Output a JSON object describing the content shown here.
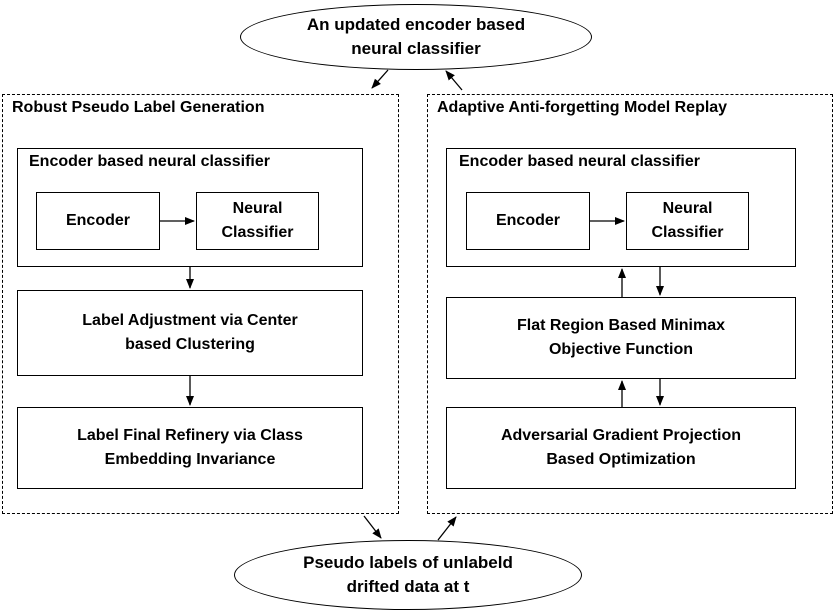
{
  "top_node": {
    "label": "An updated encoder based\nneural classifier"
  },
  "bottom_node": {
    "label": "Pseudo labels of unlabeld\ndrifted data at t"
  },
  "left_panel": {
    "title": "Robust Pseudo Label Generation",
    "classifier_box": {
      "title": "Encoder based neural classifier",
      "encoder": "Encoder",
      "neural_classifier": "Neural\nClassifier"
    },
    "step1": "Label Adjustment via Center\nbased Clustering",
    "step2": "Label Final Refinery via Class\nEmbedding Invariance"
  },
  "right_panel": {
    "title": "Adaptive Anti-forgetting Model Replay",
    "classifier_box": {
      "title": "Encoder based neural classifier",
      "encoder": "Encoder",
      "neural_classifier": "Neural\nClassifier"
    },
    "step1": "Flat Region Based Minimax\nObjective Function",
    "step2": "Adversarial Gradient Projection\nBased Optimization"
  }
}
